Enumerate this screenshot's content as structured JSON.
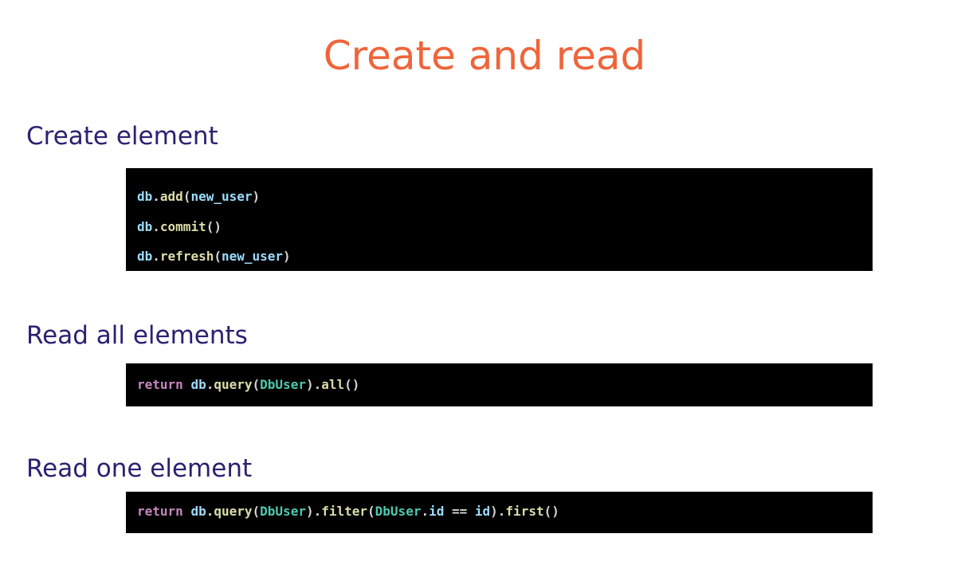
{
  "title": "Create and read",
  "sections": [
    {
      "heading": "Create element",
      "code": [
        [
          {
            "t": "db",
            "c": "v"
          },
          {
            "t": ".",
            "c": ""
          },
          {
            "t": "add",
            "c": "f"
          },
          {
            "t": "(",
            "c": ""
          },
          {
            "t": "new_user",
            "c": "v"
          },
          {
            "t": ")",
            "c": ""
          }
        ],
        [
          {
            "t": "db",
            "c": "v"
          },
          {
            "t": ".",
            "c": ""
          },
          {
            "t": "commit",
            "c": "f"
          },
          {
            "t": "()",
            "c": ""
          }
        ],
        [
          {
            "t": "db",
            "c": "v"
          },
          {
            "t": ".",
            "c": ""
          },
          {
            "t": "refresh",
            "c": "f"
          },
          {
            "t": "(",
            "c": ""
          },
          {
            "t": "new_user",
            "c": "v"
          },
          {
            "t": ")",
            "c": ""
          }
        ]
      ]
    },
    {
      "heading": "Read all elements",
      "code": [
        [
          {
            "t": "return",
            "c": "k"
          },
          {
            "t": " ",
            "c": ""
          },
          {
            "t": "db",
            "c": "v"
          },
          {
            "t": ".",
            "c": ""
          },
          {
            "t": "query",
            "c": "f"
          },
          {
            "t": "(",
            "c": ""
          },
          {
            "t": "DbUser",
            "c": "t"
          },
          {
            "t": ").",
            "c": ""
          },
          {
            "t": "all",
            "c": "f"
          },
          {
            "t": "()",
            "c": ""
          }
        ]
      ]
    },
    {
      "heading": "Read one element",
      "code": [
        [
          {
            "t": "return",
            "c": "k"
          },
          {
            "t": " ",
            "c": ""
          },
          {
            "t": "db",
            "c": "v"
          },
          {
            "t": ".",
            "c": ""
          },
          {
            "t": "query",
            "c": "f"
          },
          {
            "t": "(",
            "c": ""
          },
          {
            "t": "DbUser",
            "c": "t"
          },
          {
            "t": ").",
            "c": ""
          },
          {
            "t": "filter",
            "c": "f"
          },
          {
            "t": "(",
            "c": ""
          },
          {
            "t": "DbUser",
            "c": "t"
          },
          {
            "t": ".",
            "c": ""
          },
          {
            "t": "id",
            "c": "v"
          },
          {
            "t": " == ",
            "c": ""
          },
          {
            "t": "id",
            "c": "v"
          },
          {
            "t": ").",
            "c": ""
          },
          {
            "t": "first",
            "c": "f"
          },
          {
            "t": "()",
            "c": ""
          }
        ]
      ]
    }
  ],
  "colors": {
    "title": "#f0643a",
    "heading": "#2b2170",
    "code_bg": "#000000",
    "variable": "#9cdcfe",
    "function": "#dcdcaa",
    "keyword": "#c586c0",
    "type": "#4ec9b0"
  }
}
